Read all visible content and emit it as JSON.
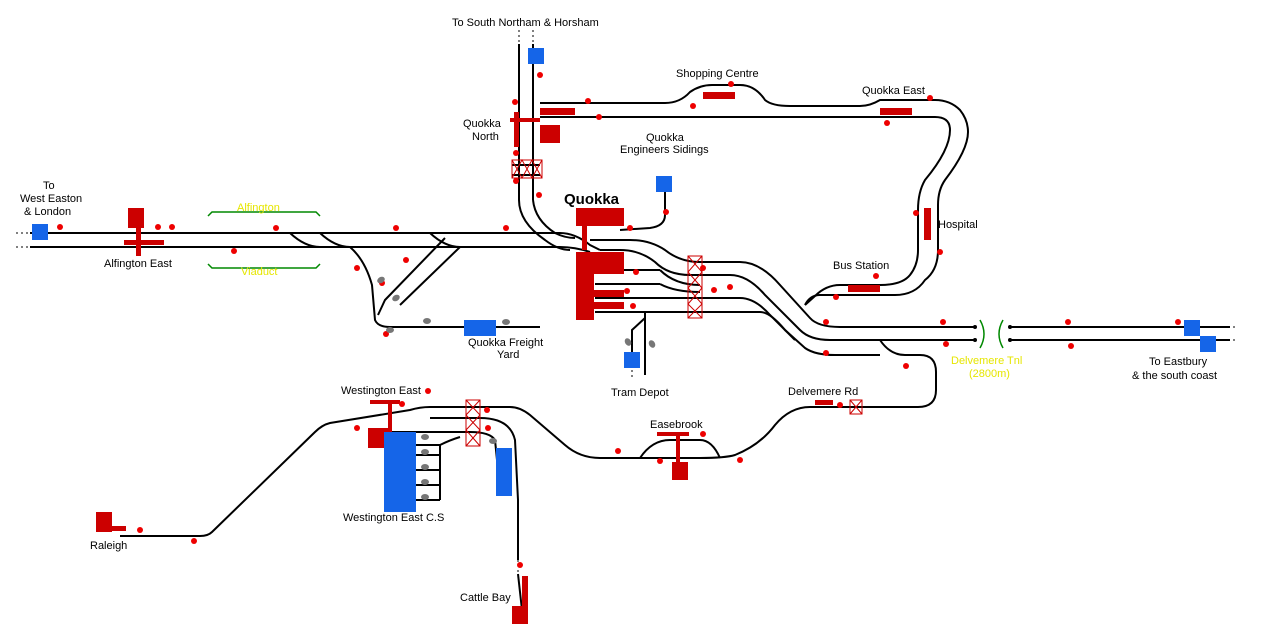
{
  "labels": {
    "to_south_northam": "To South Northam & Horsham",
    "shopping_centre": "Shopping Centre",
    "quokka_east": "Quokka East",
    "quokka_north_1": "Quokka",
    "quokka_north_2": "North",
    "quokka_eng_1": "Quokka",
    "quokka_eng_2": "Engineers Sidings",
    "quokka": "Quokka",
    "to_west_1": "To",
    "to_west_2": "West Easton",
    "to_west_3": "& London",
    "alfington_top": "Alfington",
    "viaduct": "Viaduct",
    "alfington_east": "Alfington East",
    "hospital": "Hospital",
    "bus_station": "Bus Station",
    "quokka_freight_1": "Quokka Freight",
    "quokka_freight_2": "Yard",
    "tram_depot": "Tram Depot",
    "delvemere_tnl_1": "Delvemere Tnl",
    "delvemere_tnl_2": "(2800m)",
    "to_eastbury_1": "To Eastbury",
    "to_eastbury_2": "& the south coast",
    "westington_east": "Westington East",
    "delvemere_rd": "Delvemere Rd",
    "easebrook": "Easebrook",
    "westington_cs": "Westington East C.S",
    "raleigh": "Raleigh",
    "cattle_bay": "Cattle Bay"
  },
  "colors": {
    "track": "#000000",
    "signal": "#ee0000",
    "platform": "#cc0000",
    "siding": "#1565e8",
    "tunnel_label": "#e6e600",
    "tunnel_portal": "#008800"
  }
}
